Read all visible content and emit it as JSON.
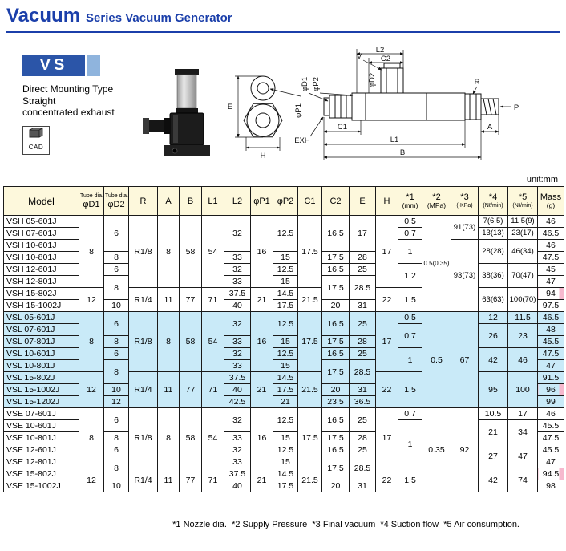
{
  "colors": {
    "accent_blue": "#1b3faa",
    "badge_blue": "#2b55a8",
    "badge_light": "#8fb4dd",
    "header_bg": "#fdf8dc",
    "shade_blue": "#c9eaf8",
    "pink": "#f6b9ce",
    "border": "#1a1a1a"
  },
  "header": {
    "title_main": "Vacuum",
    "title_sub": "Series Vacuum Generator"
  },
  "product": {
    "series_badge": "VS",
    "type_lines": [
      "Direct Mounting Type",
      "Straight",
      "concentrated exhaust"
    ],
    "cad_label": "CAD"
  },
  "drawing": {
    "L2": "L2",
    "C2": "C2",
    "V": "V",
    "phiD2": "φD2",
    "phiD1": "φD1",
    "phiP2": "φP2",
    "phiP1": "φP1",
    "R": "R",
    "P": "P",
    "EXH": "EXH",
    "C1": "C1",
    "L1": "L1",
    "B": "B",
    "A": "A",
    "E": "E",
    "H": "H"
  },
  "table": {
    "unit_note": "unit:mm",
    "columns": [
      {
        "label": "Model"
      },
      {
        "top": "Tube dia.",
        "label": "φD1"
      },
      {
        "top": "Tube dia.",
        "label": "φD2"
      },
      {
        "label": "R"
      },
      {
        "label": "A"
      },
      {
        "label": "B"
      },
      {
        "label": "L1"
      },
      {
        "label": "L2"
      },
      {
        "label": "φP1"
      },
      {
        "label": "φP2"
      },
      {
        "label": "C1"
      },
      {
        "label": "C2"
      },
      {
        "label": "E"
      },
      {
        "label": "H"
      },
      {
        "label": "*1",
        "sub": "(mm)"
      },
      {
        "label": "*2",
        "sub": "(MPa)"
      },
      {
        "label": "*3",
        "sub": "(-KPa)"
      },
      {
        "label": "*4",
        "sub": "(Nℓ/min)"
      },
      {
        "label": "*5",
        "sub": "(Nℓ/min)"
      },
      {
        "label": "Mass",
        "sub": "(g)"
      }
    ],
    "groups": [
      {
        "shade": false,
        "rows": [
          [
            [
              "VSH 05-601J"
            ],
            [
              "8",
              6
            ],
            [
              "6",
              3
            ],
            [
              "R1/8",
              6
            ],
            [
              "8",
              6
            ],
            [
              "58",
              6
            ],
            [
              "54",
              6
            ],
            [
              "32",
              3
            ],
            [
              "16",
              6
            ],
            [
              "12.5",
              3
            ],
            [
              "17.5",
              6
            ],
            [
              "16.5",
              3
            ],
            [
              "17",
              3
            ],
            [
              "17",
              6
            ],
            [
              "0.5"
            ],
            [
              "0.5(0.35)",
              8
            ],
            [
              "91(73)",
              2
            ],
            [
              "7(6.5)"
            ],
            [
              "11.5(9)"
            ],
            [
              "46"
            ]
          ],
          [
            [
              "VSH 07-601J"
            ],
            null,
            null,
            null,
            null,
            null,
            null,
            null,
            null,
            null,
            null,
            null,
            null,
            null,
            [
              "0.7"
            ],
            null,
            null,
            [
              "13(13)"
            ],
            [
              "23(17)"
            ],
            [
              "46.5"
            ]
          ],
          [
            [
              "VSH 10-601J"
            ],
            null,
            null,
            null,
            null,
            null,
            null,
            null,
            null,
            null,
            null,
            null,
            null,
            null,
            [
              "1",
              2
            ],
            null,
            [
              "93(73)",
              6
            ],
            [
              "28(28)",
              2
            ],
            [
              "46(34)",
              2
            ],
            [
              "46"
            ]
          ],
          [
            [
              "VSH 10-801J"
            ],
            null,
            [
              "8"
            ],
            null,
            null,
            null,
            null,
            [
              "33"
            ],
            null,
            [
              "15"
            ],
            null,
            [
              "17.5"
            ],
            [
              "28"
            ],
            null,
            null,
            null,
            null,
            null,
            null,
            [
              "47.5"
            ]
          ],
          [
            [
              "VSH 12-601J"
            ],
            null,
            [
              "6"
            ],
            null,
            null,
            null,
            null,
            [
              "32"
            ],
            null,
            [
              "12.5"
            ],
            null,
            [
              "16.5"
            ],
            [
              "25"
            ],
            null,
            [
              "1.2",
              2
            ],
            null,
            null,
            [
              "38(36)",
              2
            ],
            [
              "70(47)",
              2
            ],
            [
              "45"
            ]
          ],
          [
            [
              "VSH 12-801J"
            ],
            null,
            [
              "8",
              2
            ],
            null,
            null,
            null,
            null,
            [
              "33"
            ],
            null,
            [
              "15"
            ],
            null,
            [
              "17.5",
              2
            ],
            [
              "28.5",
              2
            ],
            null,
            null,
            null,
            null,
            null,
            null,
            [
              "47"
            ]
          ],
          [
            [
              "VSH 15-802J"
            ],
            [
              "12",
              2
            ],
            null,
            [
              "R1/4",
              2
            ],
            [
              "11",
              2
            ],
            [
              "77",
              2
            ],
            [
              "71",
              2
            ],
            [
              "37.5"
            ],
            [
              "21",
              2
            ],
            [
              "14.5"
            ],
            [
              "21.5",
              2
            ],
            null,
            null,
            [
              "22",
              2
            ],
            [
              "1.5",
              2
            ],
            null,
            null,
            [
              "63(63)",
              2
            ],
            [
              "100(70)",
              2
            ],
            [
              "94",
              1,
              true
            ]
          ],
          [
            [
              "VSH 15-1002J"
            ],
            null,
            [
              "10"
            ],
            null,
            null,
            null,
            null,
            [
              "40"
            ],
            null,
            [
              "17.5"
            ],
            null,
            [
              "20"
            ],
            [
              "31"
            ],
            null,
            null,
            null,
            null,
            null,
            null,
            [
              "97.5"
            ]
          ]
        ]
      },
      {
        "shade": true,
        "rows": [
          [
            [
              "VSL 05-601J"
            ],
            [
              "8",
              5
            ],
            [
              "6",
              2
            ],
            [
              "R1/8",
              5
            ],
            [
              "8",
              5
            ],
            [
              "58",
              5
            ],
            [
              "54",
              5
            ],
            [
              "32",
              2
            ],
            [
              "16",
              5
            ],
            [
              "12.5",
              2
            ],
            [
              "17.5",
              5
            ],
            [
              "16.5",
              2
            ],
            [
              "25",
              2
            ],
            [
              "17",
              5
            ],
            [
              "0.5"
            ],
            [
              "0.5",
              8
            ],
            [
              "67",
              8
            ],
            [
              "12"
            ],
            [
              "11.5"
            ],
            [
              "46.5"
            ]
          ],
          [
            [
              "VSL 07-601J"
            ],
            null,
            null,
            null,
            null,
            null,
            null,
            null,
            null,
            null,
            null,
            null,
            null,
            null,
            [
              "0.7",
              2
            ],
            null,
            null,
            [
              "26",
              2
            ],
            [
              "23",
              2
            ],
            [
              "48"
            ]
          ],
          [
            [
              "VSL 07-801J"
            ],
            null,
            [
              "8"
            ],
            null,
            null,
            null,
            null,
            [
              "33"
            ],
            null,
            [
              "15"
            ],
            null,
            [
              "17.5"
            ],
            [
              "28"
            ],
            null,
            null,
            null,
            null,
            null,
            null,
            [
              "45.5"
            ]
          ],
          [
            [
              "VSL 10-601J"
            ],
            null,
            [
              "6"
            ],
            null,
            null,
            null,
            null,
            [
              "32"
            ],
            null,
            [
              "12.5"
            ],
            null,
            [
              "16.5"
            ],
            [
              "25"
            ],
            null,
            [
              "1",
              2
            ],
            null,
            null,
            [
              "42",
              2
            ],
            [
              "46",
              2
            ],
            [
              "47.5"
            ]
          ],
          [
            [
              "VSL 10-801J"
            ],
            null,
            [
              "8",
              2
            ],
            null,
            null,
            null,
            null,
            [
              "33"
            ],
            null,
            [
              "15"
            ],
            null,
            [
              "17.5",
              2
            ],
            [
              "28.5",
              2
            ],
            null,
            null,
            null,
            null,
            null,
            null,
            [
              "47"
            ]
          ],
          [
            [
              "VSL 15-802J"
            ],
            [
              "12",
              3
            ],
            null,
            [
              "R1/4",
              3
            ],
            [
              "11",
              3
            ],
            [
              "77",
              3
            ],
            [
              "71",
              3
            ],
            [
              "37.5"
            ],
            [
              "21",
              3
            ],
            [
              "14.5"
            ],
            [
              "21.5",
              3
            ],
            null,
            null,
            [
              "22",
              3
            ],
            [
              "1.5",
              3
            ],
            null,
            null,
            [
              "95",
              3
            ],
            [
              "100",
              3
            ],
            [
              "91.5"
            ]
          ],
          [
            [
              "VSL 15-1002J"
            ],
            null,
            [
              "10"
            ],
            null,
            null,
            null,
            null,
            [
              "40"
            ],
            null,
            [
              "17.5"
            ],
            null,
            [
              "20"
            ],
            [
              "31"
            ],
            null,
            null,
            null,
            null,
            null,
            null,
            [
              "96",
              1,
              true
            ]
          ],
          [
            [
              "VSL 15-1202J"
            ],
            null,
            [
              "12"
            ],
            null,
            null,
            null,
            null,
            [
              "42.5"
            ],
            null,
            [
              "21"
            ],
            null,
            [
              "23.5"
            ],
            [
              "36.5"
            ],
            null,
            null,
            null,
            null,
            null,
            null,
            [
              "99"
            ]
          ]
        ]
      },
      {
        "shade": false,
        "rows": [
          [
            [
              "VSE 07-601J"
            ],
            [
              "8",
              5
            ],
            [
              "6",
              2
            ],
            [
              "R1/8",
              5
            ],
            [
              "8",
              5
            ],
            [
              "58",
              5
            ],
            [
              "54",
              5
            ],
            [
              "32",
              2
            ],
            [
              "16",
              5
            ],
            [
              "12.5",
              2
            ],
            [
              "17.5",
              5
            ],
            [
              "16.5",
              2
            ],
            [
              "25",
              2
            ],
            [
              "17",
              5
            ],
            [
              "0.7"
            ],
            [
              "0.35",
              7
            ],
            [
              "92",
              7
            ],
            [
              "10.5"
            ],
            [
              "17"
            ],
            [
              "46"
            ]
          ],
          [
            [
              "VSE 10-601J"
            ],
            null,
            null,
            null,
            null,
            null,
            null,
            null,
            null,
            null,
            null,
            null,
            null,
            null,
            [
              "1",
              4
            ],
            null,
            null,
            [
              "21",
              2
            ],
            [
              "34",
              2
            ],
            [
              "45.5"
            ]
          ],
          [
            [
              "VSE 10-801J"
            ],
            null,
            [
              "8"
            ],
            null,
            null,
            null,
            null,
            [
              "33"
            ],
            null,
            [
              "15"
            ],
            null,
            [
              "17.5"
            ],
            [
              "28"
            ],
            null,
            null,
            null,
            null,
            null,
            null,
            [
              "47.5"
            ]
          ],
          [
            [
              "VSE 12-601J"
            ],
            null,
            [
              "6"
            ],
            null,
            null,
            null,
            null,
            [
              "32"
            ],
            null,
            [
              "12.5"
            ],
            null,
            [
              "16.5"
            ],
            [
              "25"
            ],
            null,
            null,
            null,
            null,
            [
              "27",
              2
            ],
            [
              "47",
              2
            ],
            [
              "45.5"
            ]
          ],
          [
            [
              "VSE 12-801J"
            ],
            null,
            [
              "8",
              2
            ],
            null,
            null,
            null,
            null,
            [
              "33"
            ],
            null,
            [
              "15"
            ],
            null,
            [
              "17.5",
              2
            ],
            [
              "28.5",
              2
            ],
            null,
            null,
            null,
            null,
            null,
            null,
            [
              "47"
            ]
          ],
          [
            [
              "VSE 15-802J"
            ],
            [
              "12",
              2
            ],
            null,
            [
              "R1/4",
              2
            ],
            [
              "11",
              2
            ],
            [
              "77",
              2
            ],
            [
              "71",
              2
            ],
            [
              "37.5"
            ],
            [
              "21",
              2
            ],
            [
              "14.5"
            ],
            [
              "21.5",
              2
            ],
            null,
            null,
            [
              "22",
              2
            ],
            [
              "1.5",
              2
            ],
            null,
            null,
            [
              "42",
              2
            ],
            [
              "74",
              2
            ],
            [
              "94.5",
              1,
              true
            ]
          ],
          [
            [
              "VSE 15-1002J"
            ],
            null,
            [
              "10"
            ],
            null,
            null,
            null,
            null,
            [
              "40"
            ],
            null,
            [
              "17.5"
            ],
            null,
            [
              "20"
            ],
            [
              "31"
            ],
            null,
            null,
            null,
            null,
            null,
            null,
            [
              "98"
            ]
          ]
        ]
      }
    ]
  },
  "footnote": "*1 Nozzle dia.  *2 Supply Pressure  *3 Final vacuum  *4 Suction flow  *5 Air consumption."
}
